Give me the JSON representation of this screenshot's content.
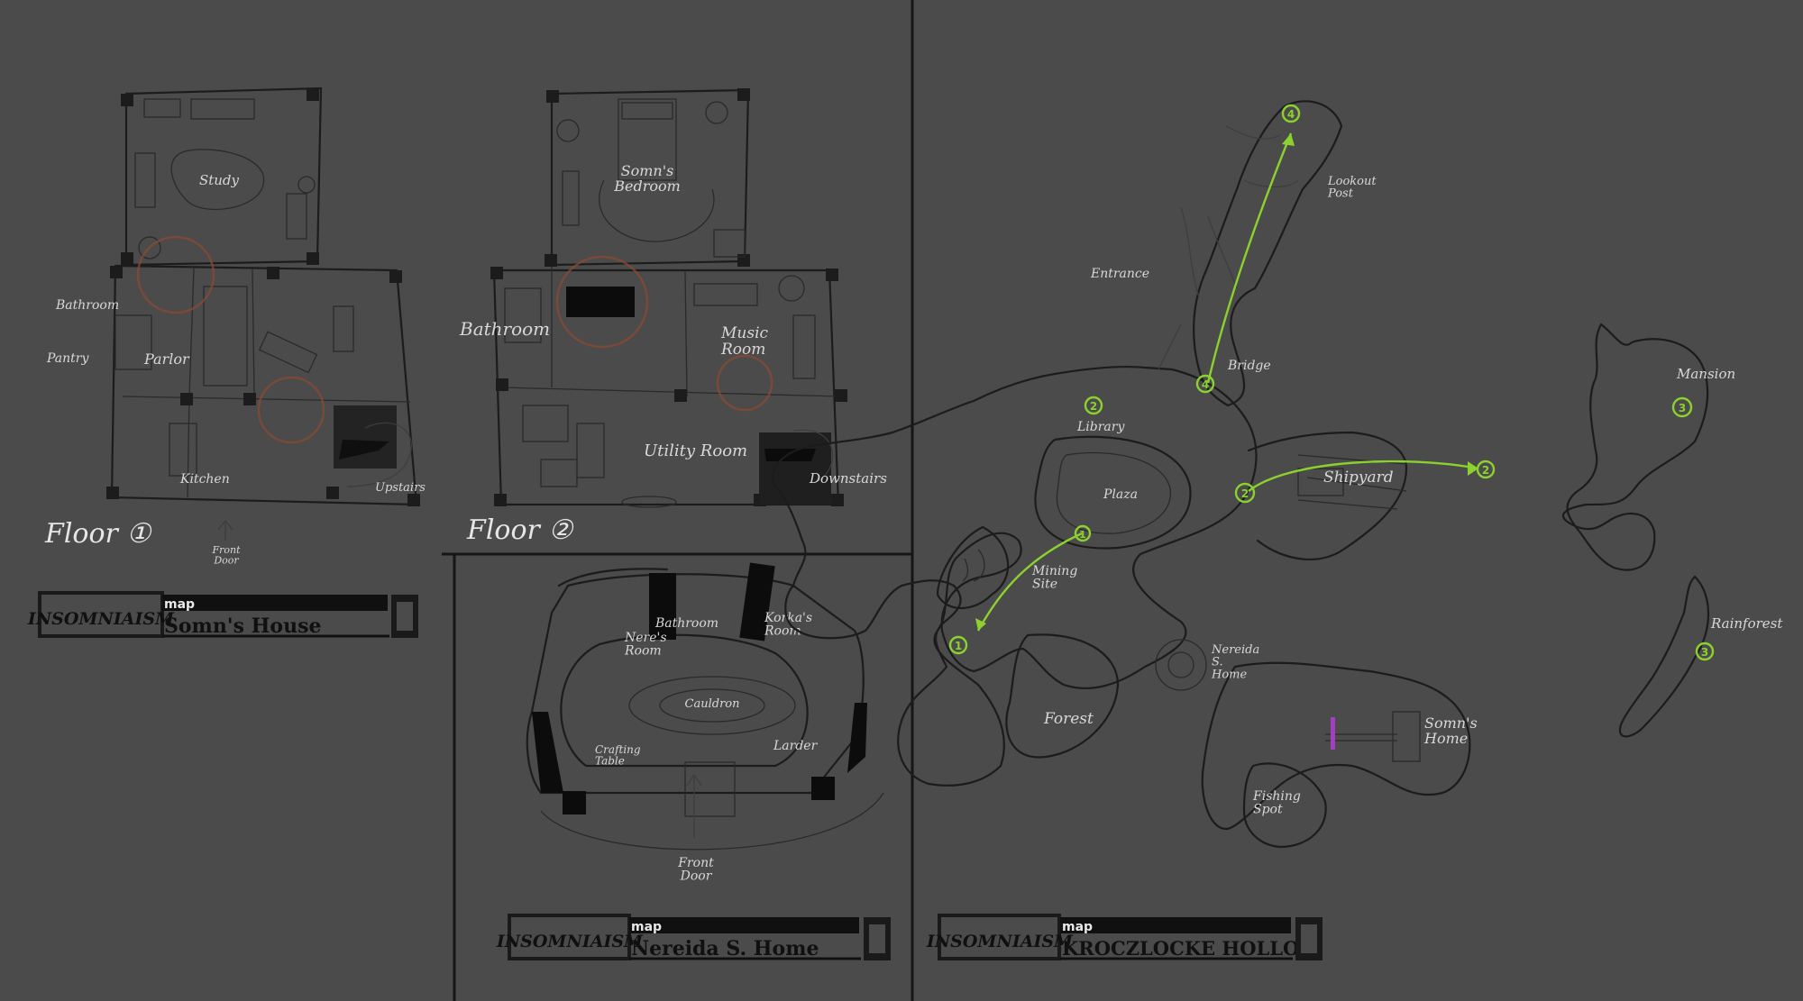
{
  "house": {
    "floor1": {
      "label": "Floor ①",
      "rooms": {
        "study": "Study",
        "bathroom": "Bathroom",
        "pantry": "Pantry",
        "parlor": "Parlor",
        "kitchen": "Kitchen",
        "upstairs": "Upstairs",
        "front_door": "Front\nDoor"
      }
    },
    "floor2": {
      "label": "Floor ②",
      "rooms": {
        "bedroom": "Somn's\nBedroom",
        "bathroom": "Bathroom",
        "music": "Music\nRoom",
        "utility": "Utility Room",
        "downstairs": "Downstairs"
      }
    },
    "banner": {
      "logo": "INSOMNIAISM",
      "small": "map",
      "title": "Somn's House"
    }
  },
  "nereida": {
    "rooms": {
      "nereis": "Nere's\nRoom",
      "bathroom": "Bathroom",
      "kreeks": "Korka's\nRoom",
      "cauldron": "Cauldron",
      "crafting": "Crafting\nTable",
      "larder": "Larder",
      "front_door": "Front\nDoor"
    },
    "banner": {
      "logo": "INSOMNIAISM",
      "small": "map",
      "title": "Nereida S. Home"
    }
  },
  "hollow": {
    "places": {
      "lookout": "Lookout\nPost",
      "entrance": "Entrance",
      "bridge": "Bridge",
      "library": "Library",
      "plaza": "Plaza",
      "shipyard": "Shipyard",
      "mining": "Mining\nSite",
      "forest": "Forest",
      "nereida": "Nereida\nS.\nHome",
      "somns": "Somn's\nHome",
      "fishing": "Fishing\nSpot",
      "mansion": "Mansion",
      "rainforest": "Rainforest"
    },
    "markers": [
      "4",
      "4",
      "2",
      "2",
      "2",
      "1",
      "1",
      "3",
      "3"
    ],
    "banner": {
      "logo": "INSOMNIAISM",
      "small": "map",
      "title": "KROCZLOCKE HOLLOW"
    }
  },
  "colors": {
    "background": "#4b4b4b",
    "ink": "#1c1c1c",
    "label": "#d8d8d8",
    "route": "#8cd12e",
    "accent": "#8a4a32",
    "pier": "#a040c0"
  }
}
